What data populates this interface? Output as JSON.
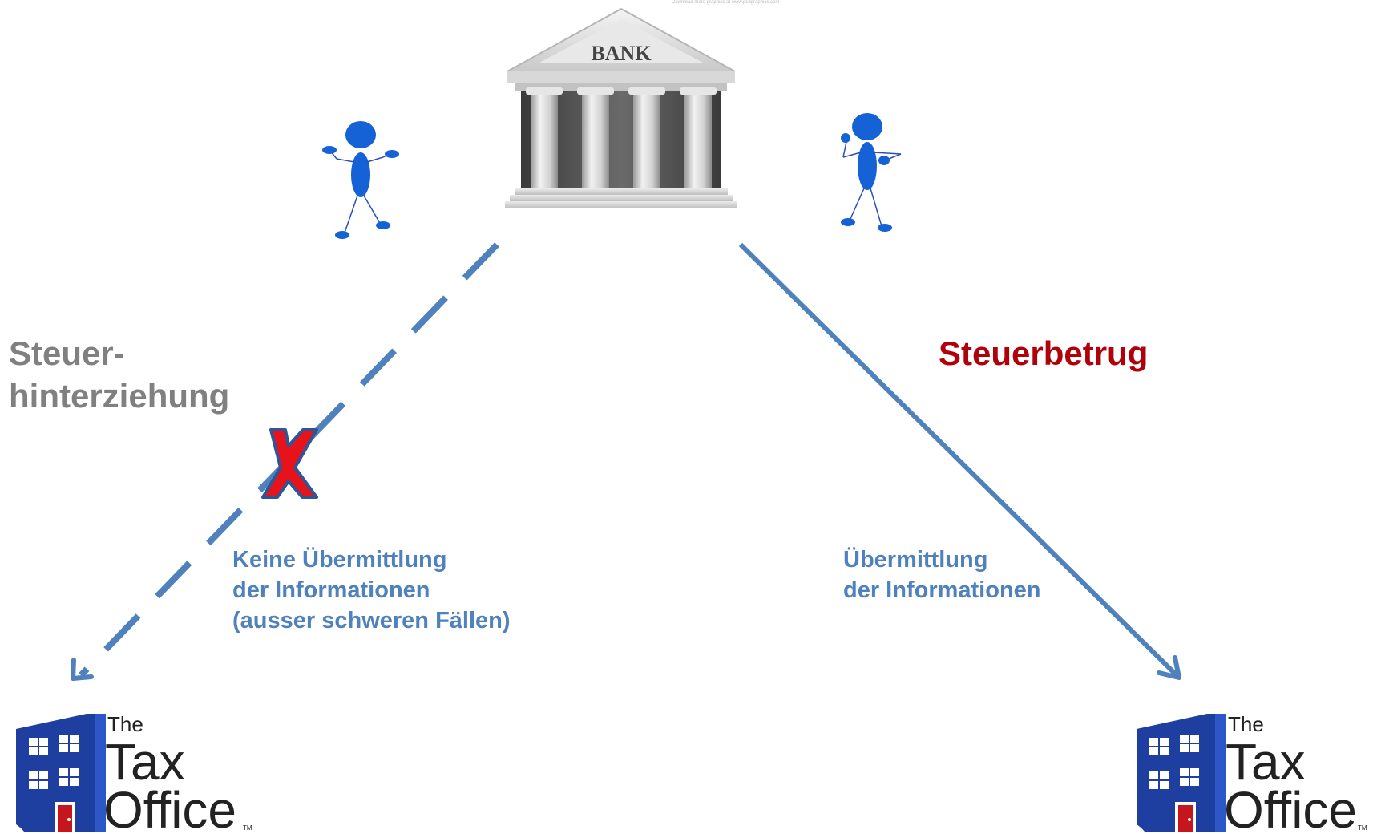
{
  "bank": {
    "sign_text": "BANK",
    "watermark": "Download more graphics at www.psdgraphics.com"
  },
  "left_side": {
    "heading_line1": "Steuer-",
    "heading_line2": "hinterziehung",
    "heading_color": "#808080",
    "note_lines": [
      "Keine Übermittlung",
      "der Informationen",
      "(ausser schweren Fällen)"
    ],
    "blocked_mark": "X"
  },
  "right_side": {
    "heading": "Steuerbetrug",
    "heading_color": "#b0000a",
    "note_lines": [
      "Übermittlung",
      "der Informationen"
    ]
  },
  "tax_office_logo": {
    "line1": "The",
    "line2": "Tax",
    "line3": "Office",
    "trademark": "TM"
  },
  "colors": {
    "arrow": "#4f81bd",
    "figure": "#1561d6",
    "x_mark": "#e8121a",
    "x_outline": "#2f5597",
    "building": "#1f3fa0",
    "door": "#c4161c",
    "note_text": "#4f81bd"
  },
  "icons": [
    "bank-building-icon",
    "stick-figure-icon",
    "tax-office-logo-icon",
    "x-mark-icon"
  ]
}
